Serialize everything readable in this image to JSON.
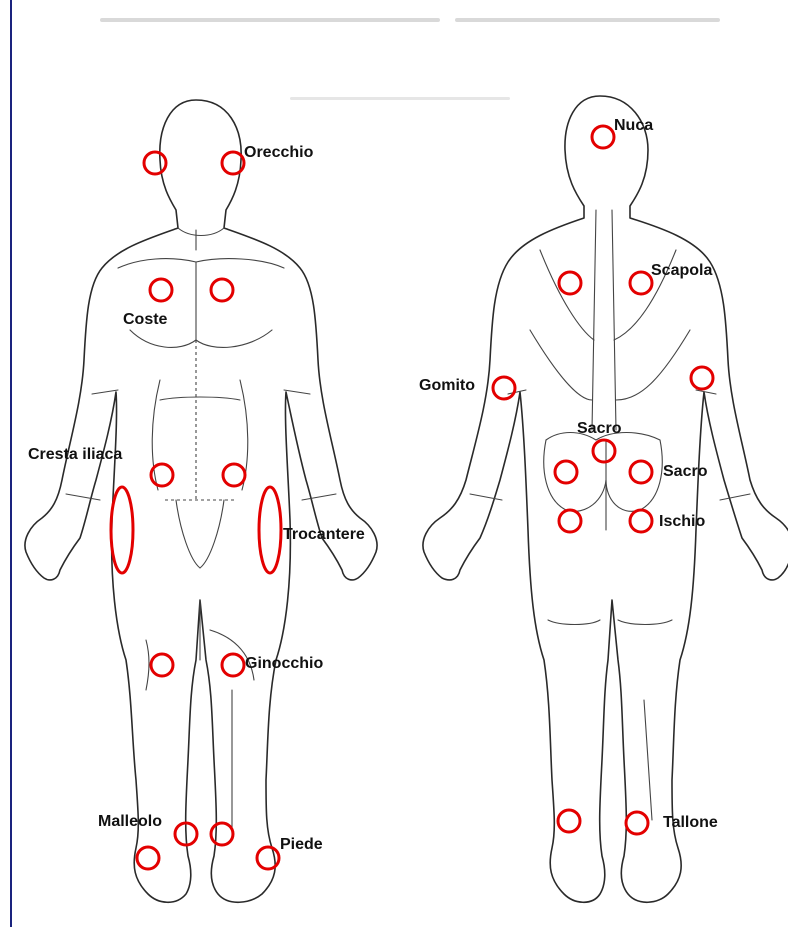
{
  "labels": {
    "orecchio": "Orecchio",
    "coste": "Coste",
    "cresta_iliaca": "Cresta iliaca",
    "trocantere": "Trocantere",
    "ginocchio": "Ginocchio",
    "malleolo": "Malleolo",
    "piede": "Piede",
    "nuca": "Nuca",
    "scapola": "Scapola",
    "gomito": "Gomito",
    "sacro_top": "Sacro",
    "sacro_right": "Sacro",
    "ischio": "Ischio",
    "tallone": "Tallone"
  },
  "colors": {
    "marker": "#e30000",
    "frame": "#1a237e",
    "outline": "#2a2a2a"
  }
}
